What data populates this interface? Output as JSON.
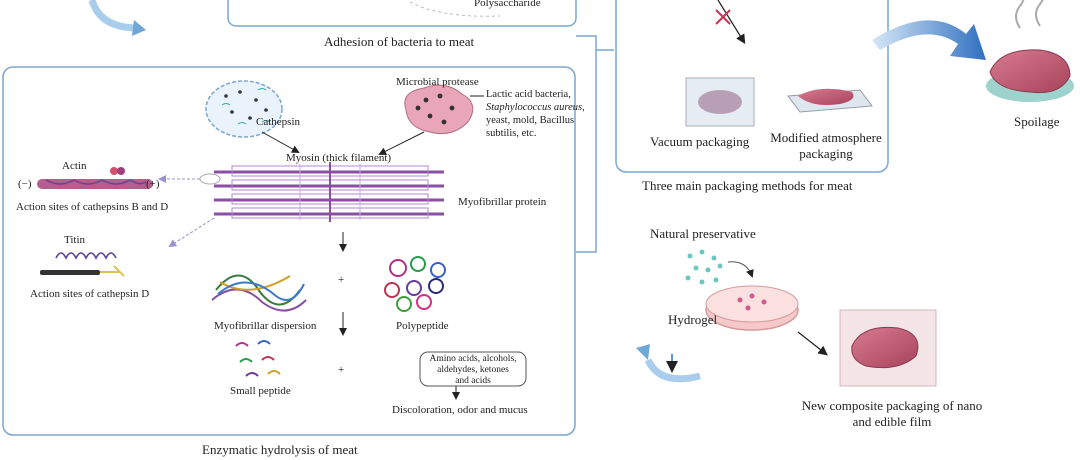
{
  "adhesion": {
    "polysaccharide": "Polysaccharide",
    "caption": "Adhesion of bacteria to meat"
  },
  "hydrolysis": {
    "cathepsin": "Cathepsin",
    "microbial_protease": "Microbial protease",
    "microbe_lines": [
      "Lactic acid bacteria,",
      "Staphylococcus aureus,",
      "yeast, mold, Bacillus",
      "subtilis, etc."
    ],
    "myosin": "Myosin (thick filament)",
    "actin": "Actin",
    "minus": "(−)",
    "plus": "(+)",
    "actin_sites": "Action sites of cathepsins B and D",
    "myofibrillar_protein": "Myofibrillar protein",
    "titin": "Titin",
    "titin_sites": "Action sites of cathepsin D",
    "plus_sign": "+",
    "myofibrillar_dispersion": "Myofibrillar dispersion",
    "polypeptide": "Polypeptide",
    "small_peptide": "Small peptide",
    "products_lines": [
      "Amino acids, alcohols,",
      "aldehydes, ketones",
      "and acids"
    ],
    "discoloration": "Discoloration, odor and mucus",
    "caption": "Enzymatic hydrolysis of meat"
  },
  "packaging": {
    "vacuum": "Vacuum packaging",
    "modified_lines": [
      "Modified atmosphere",
      "packaging"
    ],
    "caption": "Three main packaging methods for meat",
    "spoilage": "Spoilage"
  },
  "preservation": {
    "natural_preservative": "Natural preservative",
    "hydrogel": "Hydrogel",
    "new_packaging_lines": [
      "New composite packaging of nano",
      "and edible film"
    ]
  },
  "colors": {
    "frame": "#7aa6cf",
    "meat": "#c0566f",
    "filament": "#8a4fa3",
    "arrow_blue": "#2f78c8"
  }
}
